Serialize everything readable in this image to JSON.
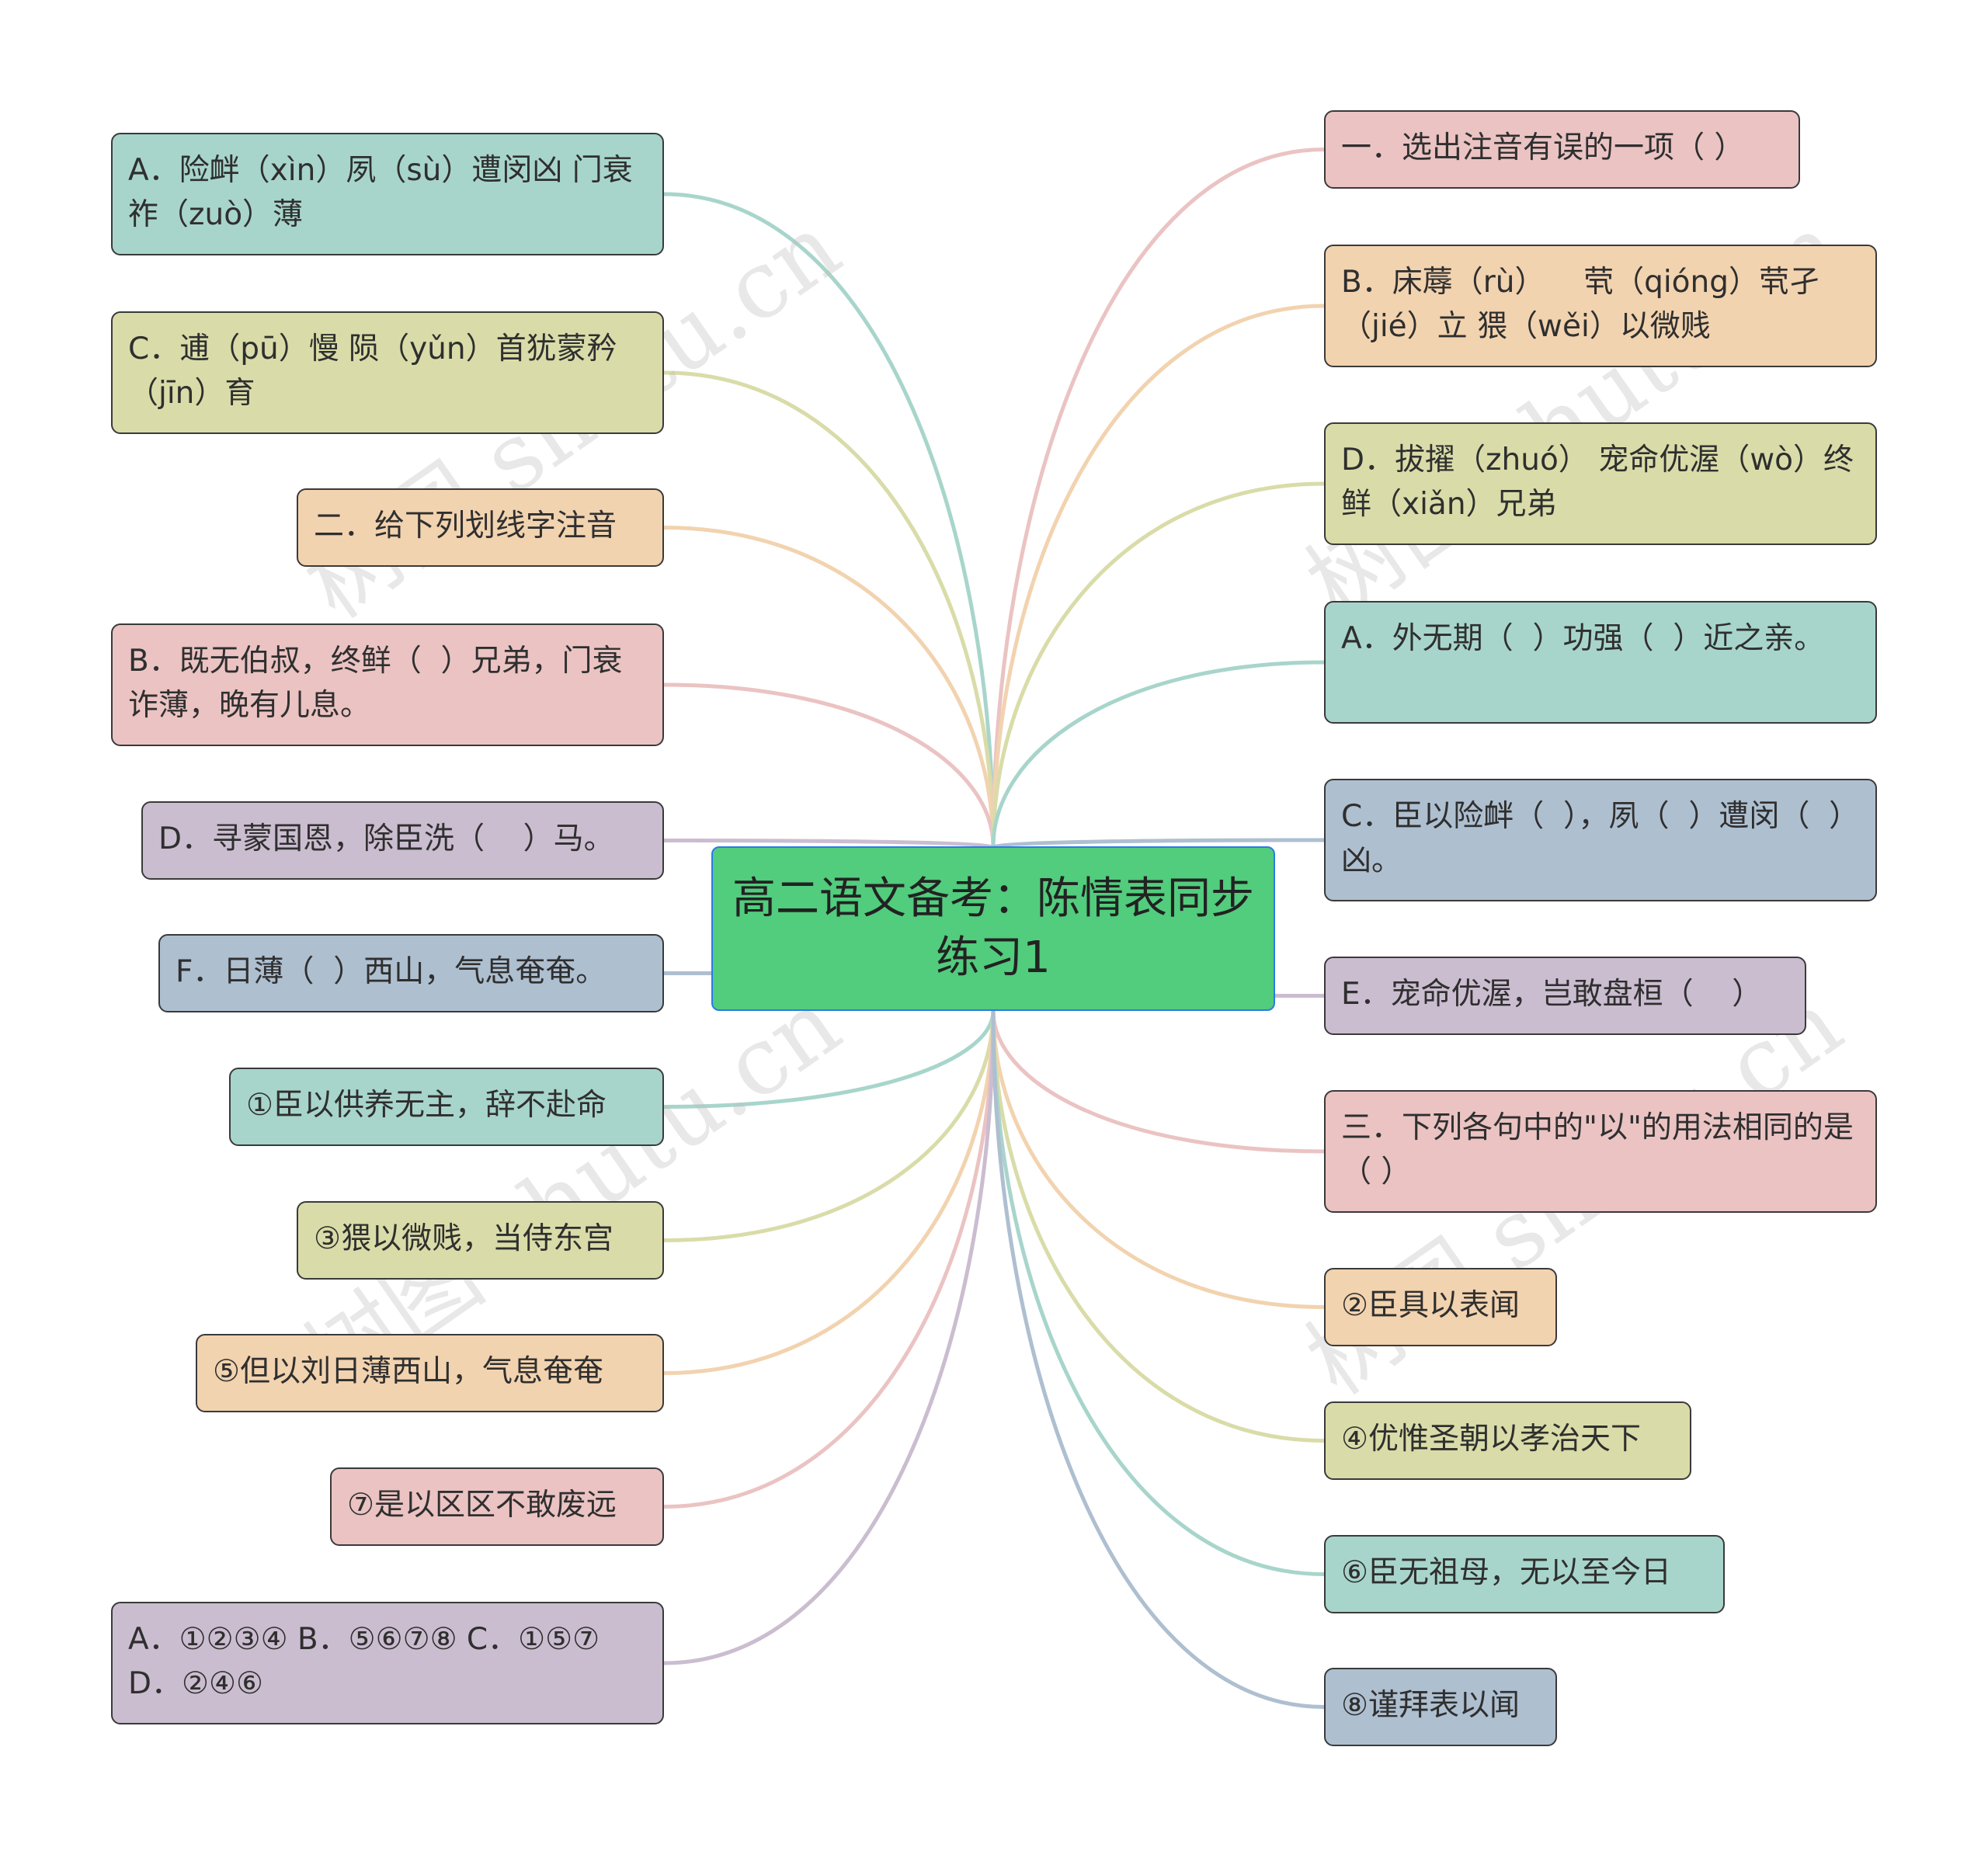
{
  "root": {
    "title": "高二语文备考：陈情表同步练习1",
    "color": "#52cc7d",
    "border": "#2c7be5"
  },
  "palette": {
    "c0": "#a8d5cb",
    "c1": "#d9dca8",
    "c2": "#f2d3af",
    "c3": "#ebc3c3",
    "c4": "#cbbdd0",
    "c5": "#aebfd0"
  },
  "left_nodes": [
    {
      "text": "A．险衅（xìn）夙（sù）遭闵凶 门衰祚（zuò）薄",
      "color": "c0"
    },
    {
      "text": "C．逋（pū）慢 陨（yǔn）首犹蒙矜（jīn）育",
      "color": "c1"
    },
    {
      "text": "二．给下列划线字注音",
      "color": "c2"
    },
    {
      "text": "B．既无伯叔，终鲜（  ）兄弟，门衰诈薄，晚有儿息。",
      "color": "c3"
    },
    {
      "text": "D．寻蒙国恩，除臣洗（    ）马。",
      "color": "c4"
    },
    {
      "text": "F．日薄（  ）西山，气息奄奄。",
      "color": "c5"
    },
    {
      "text": "①臣以供养无主，辞不赴命",
      "color": "c0"
    },
    {
      "text": "③猥以微贱，当侍东宫",
      "color": "c1"
    },
    {
      "text": "⑤但以刘日薄西山，气息奄奄",
      "color": "c2"
    },
    {
      "text": "⑦是以区区不敢废远",
      "color": "c3"
    },
    {
      "text": "A．①②③④ B．⑤⑥⑦⑧ C．①⑤⑦ D．②④⑥",
      "color": "c4"
    }
  ],
  "right_nodes": [
    {
      "text": "一．选出注音有误的一项（ ）",
      "color": "c3"
    },
    {
      "text": "B．床蓐（rù）    茕（qióng）茕孑（jié）立 猥（wěi）以微贱",
      "color": "c2"
    },
    {
      "text": "D．拔擢（zhuó） 宠命优渥（wò）终鲜（xiǎn）兄弟",
      "color": "c1"
    },
    {
      "text": "A．外无期（  ）功强（  ）近之亲。",
      "color": "c0"
    },
    {
      "text": "C．臣以险衅（  ），夙（  ）遭闵（  ）凶。",
      "color": "c5"
    },
    {
      "text": "E．宠命优渥，岂敢盘桓（    ）",
      "color": "c4"
    },
    {
      "text": "三．下列各句中的\"以\"的用法相同的是（ ）",
      "color": "c3"
    },
    {
      "text": "②臣具以表闻",
      "color": "c2"
    },
    {
      "text": "④优惟圣朝以孝治天下",
      "color": "c1"
    },
    {
      "text": "⑥臣无祖母，无以至今日",
      "color": "c0"
    },
    {
      "text": "⑧谨拜表以闻",
      "color": "c5"
    }
  ],
  "watermark": "树图 shutu.cn"
}
